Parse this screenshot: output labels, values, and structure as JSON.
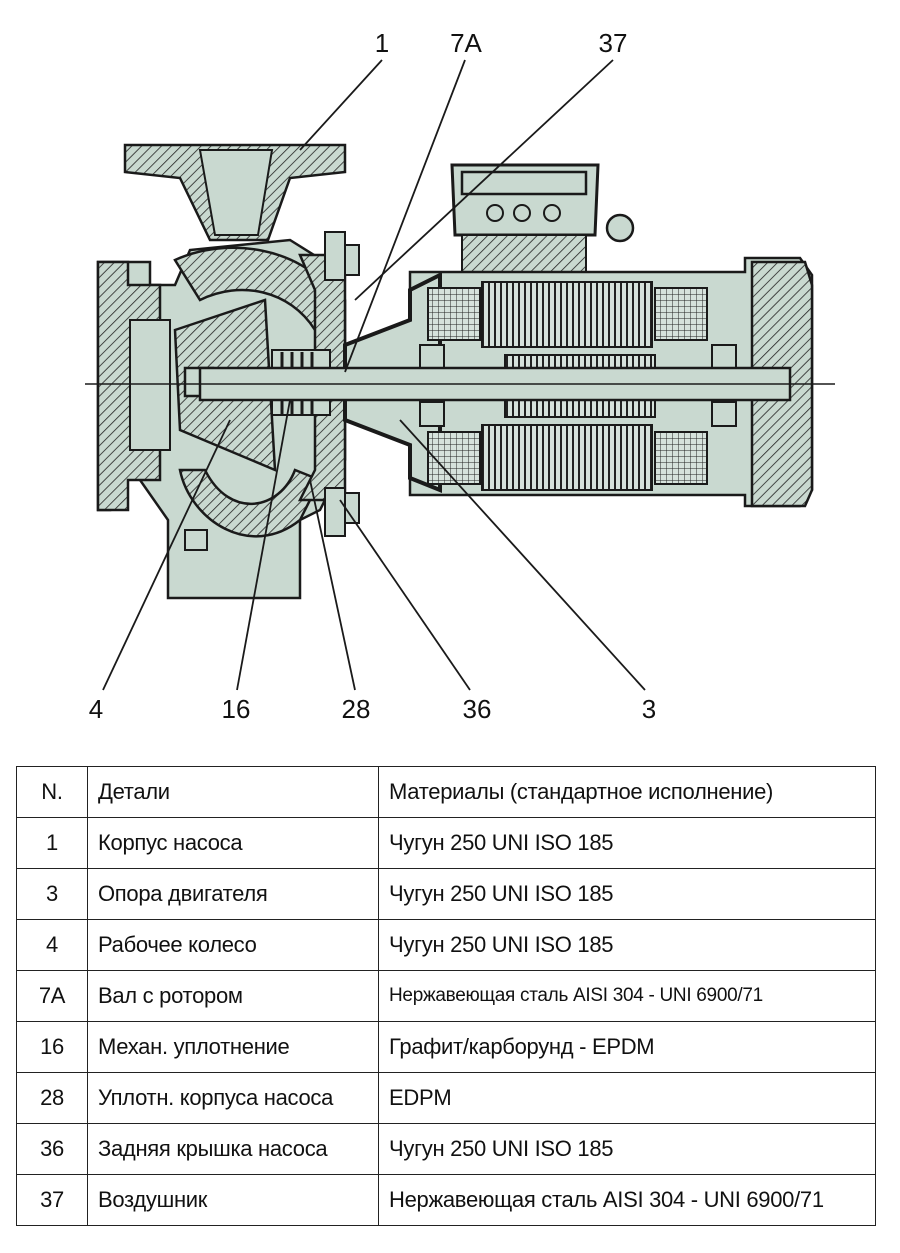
{
  "callouts": {
    "top": [
      "1",
      "7A",
      "37"
    ],
    "bottom": [
      "4",
      "16",
      "28",
      "36",
      "3"
    ]
  },
  "table": {
    "headers": [
      "N.",
      "Детали",
      "Материалы (стандартное исполнение)"
    ],
    "rows": [
      [
        "1",
        "Корпус насоса",
        "Чугун 250 UNI ISO 185"
      ],
      [
        "3",
        "Опора двигателя",
        "Чугун 250 UNI ISO 185"
      ],
      [
        "4",
        "Рабочее колесо",
        "Чугун 250 UNI ISO 185"
      ],
      [
        "7A",
        "Вал с ротором",
        "Нержавеющая сталь AISI 304 - UNI 6900/71"
      ],
      [
        "16",
        "Механ. уплотнение",
        "Графит/карборунд - EPDM"
      ],
      [
        "28",
        "Уплотн. корпуса насоса",
        "EDPM"
      ],
      [
        "36",
        "Задняя крышка насоса",
        "Чугун 250 UNI ISO 185"
      ],
      [
        "37",
        "Воздушник",
        "Нержавеющая сталь AISI 304 - UNI 6900/71"
      ]
    ]
  },
  "colors": {
    "body_fill": "#c9d9d0",
    "line": "#1a1a1a"
  }
}
